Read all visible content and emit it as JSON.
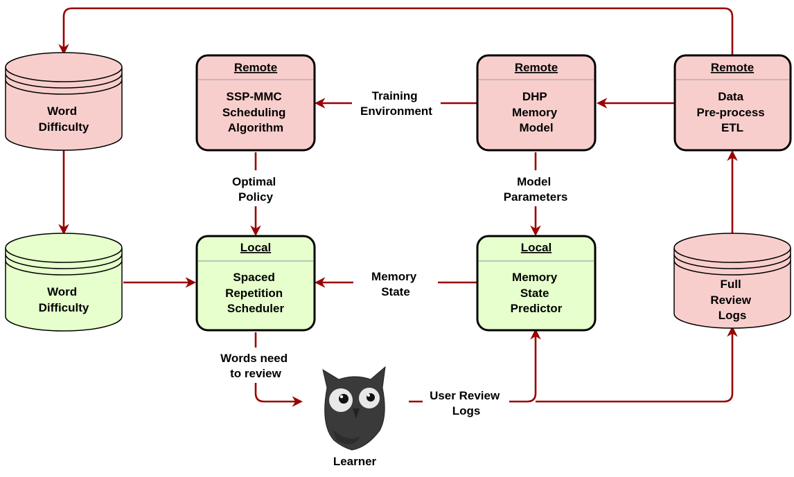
{
  "colors": {
    "remote_fill": "#f8cecc",
    "local_fill": "#e6ffcc",
    "edge": "#990000",
    "owl_body": "#3a3a3a"
  },
  "nodes": {
    "ssp_mmc": {
      "tag": "Remote",
      "lines": [
        "SSP-MMC",
        "Scheduling",
        "Algorithm"
      ]
    },
    "dhp": {
      "tag": "Remote",
      "lines": [
        "DHP",
        "Memory",
        "Model"
      ]
    },
    "etl": {
      "tag": "Remote",
      "lines": [
        "Data",
        "Pre-process",
        "ETL"
      ]
    },
    "scheduler": {
      "tag": "Local",
      "lines": [
        "Spaced",
        "Repetition",
        "Scheduler"
      ]
    },
    "predictor": {
      "tag": "Local",
      "lines": [
        "Memory",
        "State",
        "Predictor"
      ]
    },
    "word_difficulty_remote": {
      "lines": [
        "Word",
        "Difficulty"
      ]
    },
    "word_difficulty_local": {
      "lines": [
        "Word",
        "Difficulty"
      ]
    },
    "full_review_logs": {
      "lines": [
        "Full",
        "Review",
        "Logs"
      ]
    },
    "learner": {
      "label": "Learner",
      "icon": "owl-icon"
    }
  },
  "edges": {
    "training_environment": [
      "Training",
      "Environment"
    ],
    "optimal_policy": [
      "Optimal",
      "Policy"
    ],
    "model_parameters": [
      "Model",
      "Parameters"
    ],
    "memory_state": [
      "Memory",
      "State"
    ],
    "words_need_to_review": [
      "Words need",
      "to review"
    ],
    "user_review_logs": [
      "User Review",
      "Logs"
    ]
  }
}
